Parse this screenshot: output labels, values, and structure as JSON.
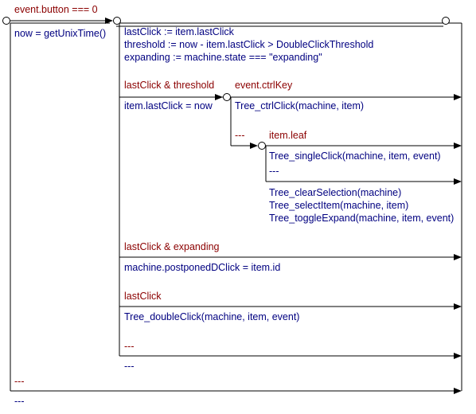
{
  "colors": {
    "condition": "#8b0000",
    "action": "#000080",
    "line": "#000000",
    "background": "#ffffff"
  },
  "top": {
    "condition": "event.button === 0",
    "action": "now = getUnixTime()",
    "else_label": "---",
    "else_action": "---"
  },
  "inner": {
    "assign_lines": [
      "lastClick := item.lastClick",
      "threshold := now - item.lastClick > DoubleClickThreshold",
      "expanding := machine.state === \"expanding\""
    ],
    "branch_threshold": {
      "condition": "lastClick & threshold",
      "action": "item.lastClick = now",
      "ctrl": {
        "condition": "event.ctrlKey",
        "action": "Tree_ctrlClick(machine, item)",
        "else_label": "---",
        "leaf": {
          "condition": "item.leaf",
          "action": "Tree_singleClick(machine, item, event)",
          "else_label": "---",
          "else_lines": [
            "Tree_clearSelection(machine)",
            "Tree_selectItem(machine, item)",
            "Tree_toggleExpand(machine, item, event)"
          ]
        }
      }
    },
    "branch_expanding": {
      "condition": "lastClick & expanding",
      "action": "machine.postponedDClick = item.id"
    },
    "branch_lastclick": {
      "condition": "lastClick",
      "action": "Tree_doubleClick(machine, item, event)",
      "else_label": "---",
      "else_action": "---"
    }
  }
}
